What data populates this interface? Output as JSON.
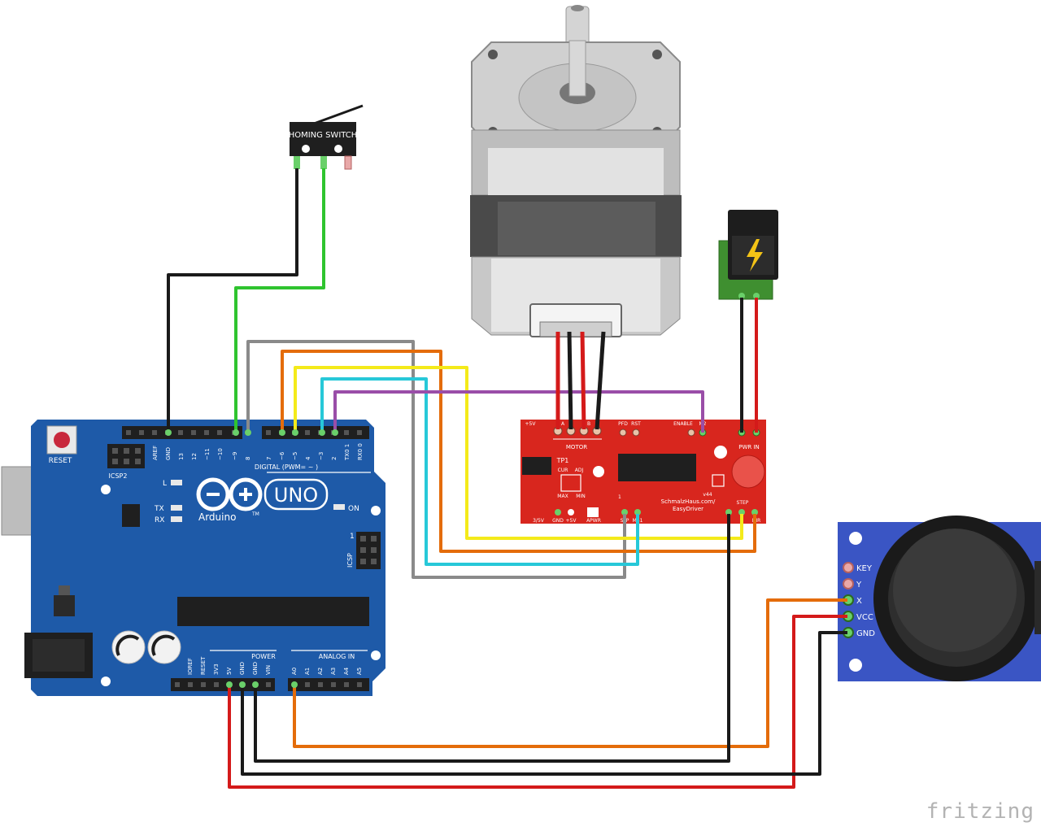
{
  "switch": {
    "label": "HOMING  SWITCH"
  },
  "arduino": {
    "reset_label": "RESET",
    "icsp2_label": "ICSP2",
    "icsp_label": "ICSP",
    "digital_label": "DIGITAL (PWM= ~ )",
    "top_pins": [
      "AREF",
      "GND",
      "13",
      "12",
      "~11",
      "~10",
      "~9",
      "8",
      "7",
      "~6",
      "~5",
      "4",
      "~3",
      "2",
      "TX0 1",
      "RX0 0"
    ],
    "led_l": "L",
    "led_tx": "TX",
    "led_rx": "RX",
    "led_on": "ON",
    "brand": "Arduino",
    "tm": "TM",
    "model": "UNO",
    "icsp_num": "1",
    "power_label": "POWER",
    "analog_label": "ANALOG IN",
    "bottom_pins": [
      "IOREF",
      "RESET",
      "3V3",
      "5V",
      "GND",
      "GND",
      "VIN",
      "A0",
      "A1",
      "A2",
      "A3",
      "A4",
      "A5"
    ]
  },
  "driver": {
    "top_labels": [
      "+5V",
      "A",
      "B",
      "PFD",
      "RST",
      "ENABLE",
      "M2"
    ],
    "motor_label": "MOTOR",
    "pwr_in": "PWR IN",
    "tp1": "TP1",
    "cur": "CUR",
    "adj": "ADJ",
    "max": "MAX",
    "min": "MIN",
    "one": "1",
    "url": "SchmalzHaus.com/",
    "name": "EasyDriver",
    "version": "v44",
    "step": "STEP",
    "dir": "DIR",
    "gnd_label": "GND",
    "bottom_labels": [
      "3/5V",
      "GND",
      "+5V",
      "APWR",
      "SLP",
      "MS1"
    ]
  },
  "joystick": {
    "pins": [
      "KEY",
      "Y",
      "X",
      "VCC",
      "GND"
    ]
  },
  "watermark": "fritzing",
  "colors": {
    "board_blue": "#1e5aa8",
    "driver_red": "#d8261e",
    "wire_black": "#1a1a1a",
    "wire_green": "#2fc42f",
    "wire_red": "#d41a1a",
    "wire_orange": "#e46c0a",
    "wire_yellow": "#f4ea1a",
    "wire_cyan": "#27c8d8",
    "wire_purple": "#9a4ea8",
    "wire_gray": "#8a8a8a"
  }
}
